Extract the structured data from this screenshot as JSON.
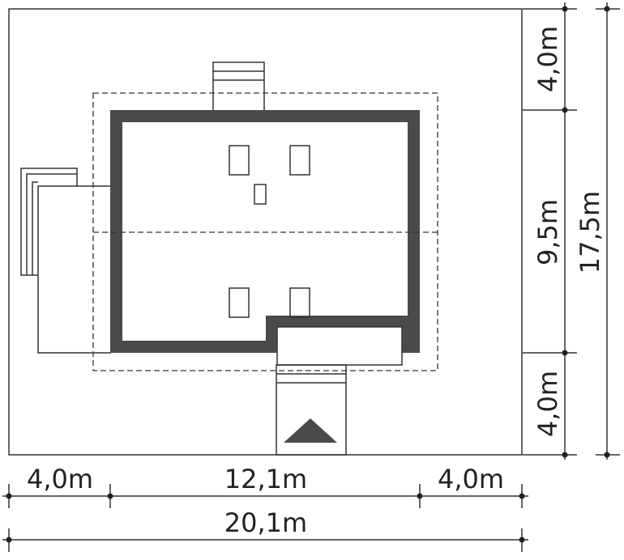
{
  "colors": {
    "wall": "#4a4a4a",
    "line": "#333333",
    "text": "#222222",
    "background": "#ffffff"
  },
  "icons": {
    "entrance": "triangle-entrance-arrow-icon"
  },
  "dimensions": {
    "right_top": "4,0m",
    "right_middle": "9,5m",
    "right_bottom": "4,0m",
    "right_total": "17,5m",
    "bottom_left": "4,0m",
    "bottom_middle": "12,1m",
    "bottom_right": "4,0m",
    "bottom_total": "20,1m"
  }
}
